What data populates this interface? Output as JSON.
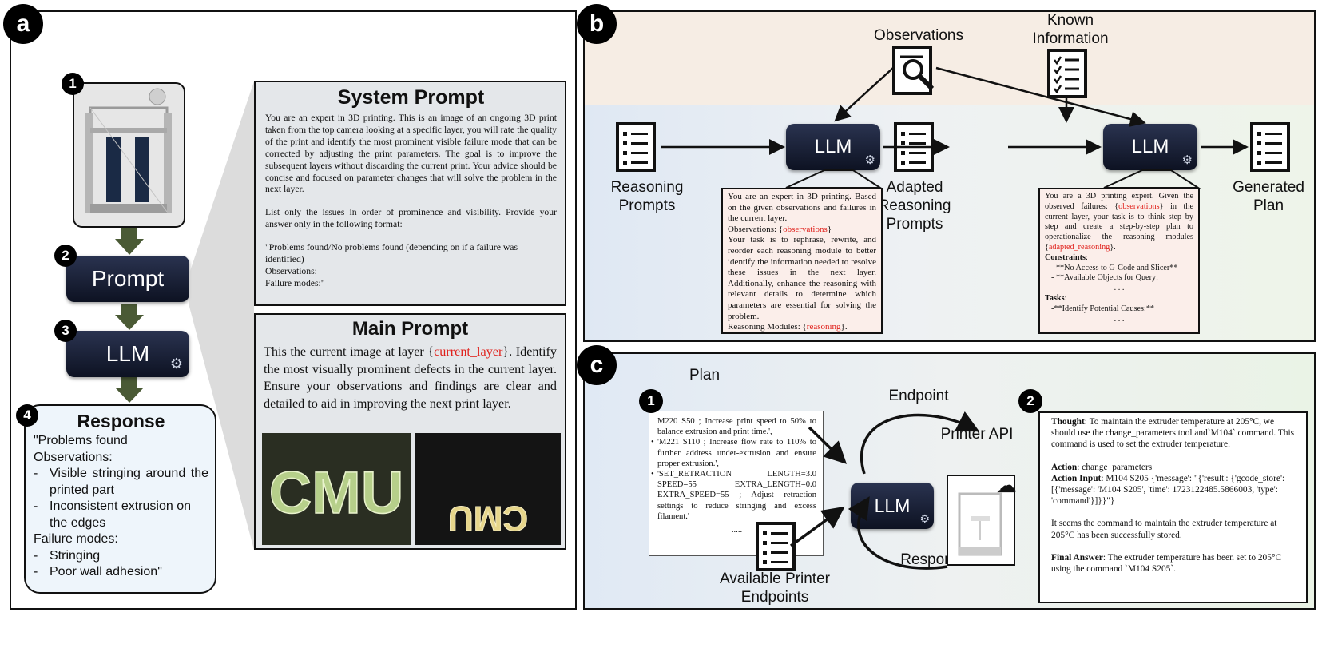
{
  "panel_a": {
    "badge": "a",
    "steps": [
      "1",
      "2",
      "3",
      "4"
    ],
    "prompt_label": "Prompt",
    "llm_label": "LLM",
    "system_prompt": {
      "title": "System Prompt",
      "p1": "You are an expert in 3D printing. This is an image of an ongoing 3D print taken from the top camera looking at a specific layer, you will rate the quality of the print and identify the most prominent visible failure mode that can be corrected by adjusting the print parameters. The goal is to improve the subsequent layers without discarding the current print. Your advice should be concise and focused on parameter changes that will solve the problem in the next layer.",
      "p2": "List only the issues in order of prominence and visibility. Provide your answer only in the following format:",
      "p3a": "\"Problems found/No problems found (depending on if a failure was identified)",
      "p3b": "Observations:",
      "p3c": "Failure modes:\""
    },
    "main_prompt": {
      "title": "Main Prompt",
      "pre": "This the current image at layer {",
      "var": "current_layer",
      "post": "}. Identify the most visually prominent defects in the current layer. Ensure your observations and findings are clear and detailed to aid in improving the next print layer."
    },
    "response": {
      "title": "Response",
      "l1": "\"Problems found",
      "l2": "Observations:",
      "b1": "Visible stringing around the printed part",
      "b2": "Inconsistent extrusion on the edges",
      "l3": "Failure modes:",
      "b3": "Stringing",
      "b4": "Poor wall adhesion\"",
      "dash": "-"
    }
  },
  "panel_b": {
    "badge": "b",
    "observations_label": "Observations",
    "known_label_1": "Known",
    "known_label_2": "Information",
    "reasoning_label_1": "Reasoning",
    "reasoning_label_2": "Prompts",
    "adapted_label_1": "Adapted",
    "adapted_label_2": "Reasoning",
    "adapted_label_3": "Prompts",
    "generated_label_1": "Generated",
    "generated_label_2": "Plan",
    "llm_label": "LLM",
    "box1": {
      "t1": "You are an expert in 3D printing. Based on the given observations and failures in the current layer.",
      "t2": "Observations: {",
      "v1": "observations",
      "t3": "}",
      "t4": "Your task is to rephrase, rewrite, and reorder each reasoning module to better identify the information needed to resolve these issues in the next layer. Additionally, enhance the reasoning with relevant details to determine which parameters are essential for solving the problem.",
      "t5": "Reasoning Modules: {",
      "v2": "reasoning",
      "t6": "}."
    },
    "box2": {
      "t1": "You are a 3D printing expert. Given the observed failures: {",
      "v1": "observations",
      "t2": "} in the current layer, your task is to think step by step and create a step-by-step plan to operationalize the reasoning modules {",
      "v2": "adapted_reasoning",
      "t3": "}.",
      "constraints": "Constraints",
      "colon": ":",
      "c1": "- **No Access to G-Code and Slicer**",
      "c2": "- **Available Objects for Query:",
      "dots": ". . .",
      "tasks": "Tasks",
      "k1": "-**Identify Potential Causes:**"
    }
  },
  "panel_c": {
    "badge": "c",
    "plan_label": "Plan",
    "endpoint_label": "Endpoint",
    "printer_api_label": "Printer API",
    "response_label": "Response",
    "available_label_1": "Available Printer",
    "available_label_2": "Endpoints",
    "llm_label": "LLM",
    "step1": "1",
    "step2": "2",
    "plan_items": [
      "M220 S50 ; Increase print speed to 50% to balance extrusion and print time.',",
      "'M221 S110 ; Increase flow rate to 110% to further address under-extrusion and ensure proper extrusion.',",
      "'SET_RETRACTION LENGTH=3.0 SPEED=55 EXTRA_LENGTH=0.0 EXTRA_SPEED=55 ; Adjust retraction settings to reduce stringing and excess filament.'"
    ],
    "plan_dots": ".....",
    "thought_label": "Thought",
    "thought": ": To maintain the extruder temperature at 205°C, we should use the change_parameters tool and`M104` command. This command is used to set the extruder temperature.",
    "action_label": "Action",
    "action": ": change_parameters",
    "action_input_label": "Action Input",
    "action_input": ": M104 S205 {'message': \"{'result': {'gcode_store': [{'message': 'M104 S205', 'time': 1723122485.5866003, 'type': 'command'}]}}\"}",
    "seems": "It seems the command to maintain the extruder temperature at 205°C has been successfully stored.",
    "final_label": "Final Answer",
    "final": ": The extruder temperature has been set to 205°C using the command `M104 S205`."
  }
}
